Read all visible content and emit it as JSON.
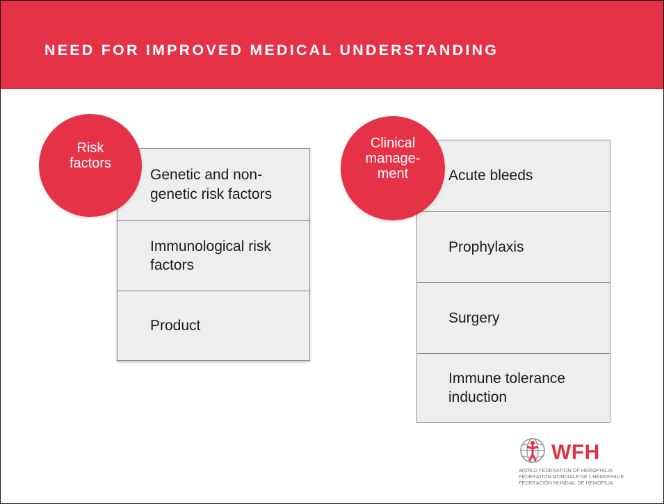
{
  "header": {
    "title": "NEED FOR IMPROVED MEDICAL UNDERSTANDING"
  },
  "risk_factors": {
    "badge_line1": "Risk",
    "badge_line2": "factors",
    "items": [
      "Genetic and non-genetic risk factors",
      "Immunological risk factors",
      "Product"
    ]
  },
  "clinical_management": {
    "badge_line1": "Clinical",
    "badge_line2": "manage-",
    "badge_line3": "ment",
    "items": [
      "Acute bleeds",
      "Prophylaxis",
      "Surgery",
      "Immune tolerance induction"
    ]
  },
  "logo": {
    "wordmark": "WFH",
    "line1": "WORLD FEDERATION OF HEMOPHILIA",
    "line2": "FÉDÉRATION MONDIALE DE L'HÉMOPHILIE",
    "line3": "FEDERACIÓN MUNDIAL DE HEMOFILIA",
    "colors": {
      "brand_red": "#e63247",
      "grey": "#777777"
    }
  },
  "colors": {
    "accent": "#e63247",
    "box_fill": "#eeeeee",
    "box_border": "#8a8a8a"
  }
}
